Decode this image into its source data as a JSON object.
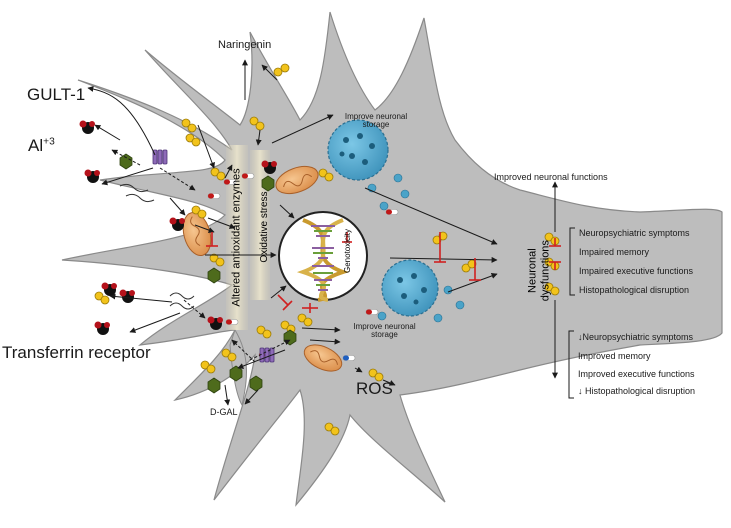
{
  "labels": {
    "gult1": "GULT-1",
    "al": "Al",
    "al_charge": "+3",
    "naringenin": "Naringenin",
    "transferrin_receptor": "Transferrin receptor",
    "dgal": "D-GAL",
    "ros": "ROS",
    "improve_storage_top": "Improve neuronal storage",
    "improve_storage_bottom": "Improve neuronal storage",
    "altered_enzymes": "Altered antioxidant enzymes",
    "oxidative_stress": "Oxidative stress",
    "genotoxicity": "Genotoxicity",
    "neuronal_dysfunctions": "Neuronal dysfunctions",
    "improved_functions": "Improved neuronal functions"
  },
  "negative_effects": [
    "Neuropsychiatric symptoms",
    "Impaired memory",
    "Impaired executive functions",
    "Histopathological disruption"
  ],
  "positive_effects": [
    "↓Neuropsychiatric symptoms",
    "Improved memory",
    "Improved executive functions",
    "↓ Histopathological disruption"
  ],
  "colors": {
    "cell_fill": "#bdbdbd",
    "cell_stroke": "#8a8a8a",
    "naringenin": "#f2c31b",
    "aluminium": "#b5121b",
    "dgal_hexagon": "#4e6b1c",
    "mitochondria": "#e0a060",
    "vesicle": "#4aa3c8",
    "inhibition": "#d02020"
  }
}
